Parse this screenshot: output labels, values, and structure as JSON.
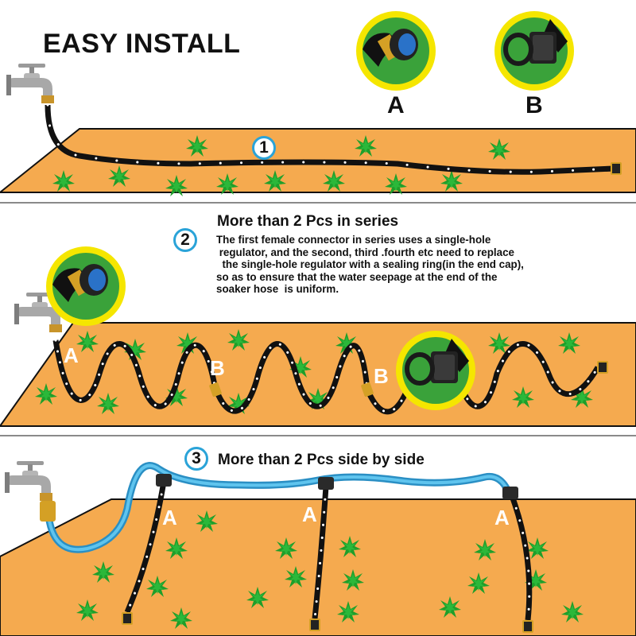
{
  "title": "EASY INSTALL",
  "legend": {
    "a_label": "A",
    "b_label": "B"
  },
  "step1": {
    "number": "1"
  },
  "step2": {
    "number": "2",
    "heading": "More than 2 Pcs in series",
    "description_lines": [
      "The first female connector in series uses a single-hole",
      " regulator, and the second, third .fourth etc need to replace",
      "  the single-hole regulator with a sealing ring(in the end cap),",
      "so as to ensure that the water seepage at the end of the",
      "soaker hose  is uniform."
    ],
    "labels": [
      "A",
      "B",
      "B"
    ]
  },
  "step3": {
    "number": "3",
    "heading": "More than 2 Pcs  side by side",
    "labels": [
      "A",
      "A",
      "A"
    ]
  },
  "colors": {
    "ground": "#f5aa4f",
    "plant": "#1f9e2a",
    "hose": "#111111",
    "feed_hose": "#2aa3d8",
    "fitting": "#d4a025",
    "accent_ring": "#f5e600",
    "step_circle": "#2aa3d8"
  }
}
